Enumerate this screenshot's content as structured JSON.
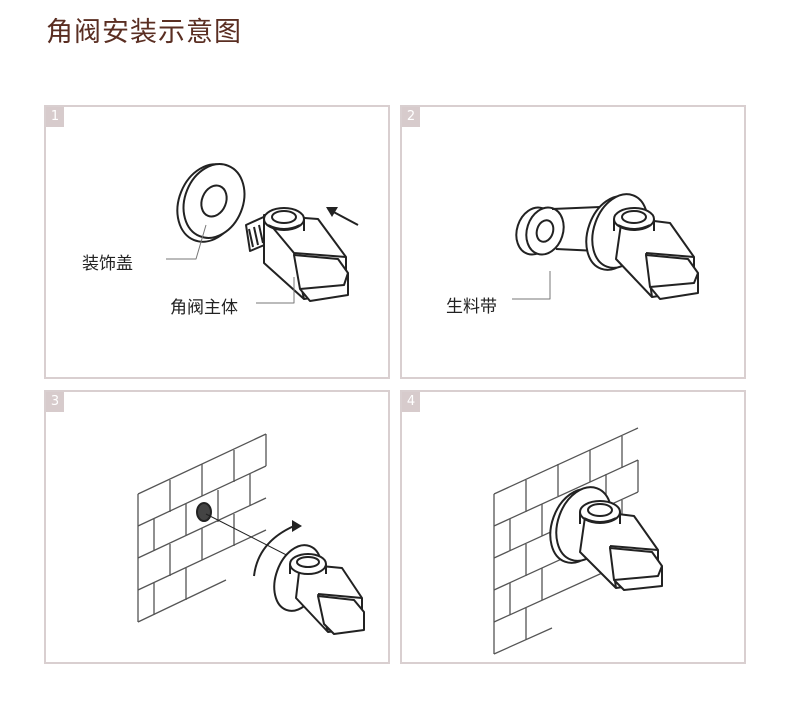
{
  "title": "角阀安装示意图",
  "panels": [
    {
      "number": "1",
      "labels": [
        "装饰盖",
        "角阀主体"
      ]
    },
    {
      "number": "2",
      "labels": [
        "生料带"
      ]
    },
    {
      "number": "3",
      "labels": []
    },
    {
      "number": "4",
      "labels": []
    }
  ],
  "colors": {
    "title": "#5a2e22",
    "panel_border": "#d9cfd0",
    "badge": "#d7cbcc"
  }
}
